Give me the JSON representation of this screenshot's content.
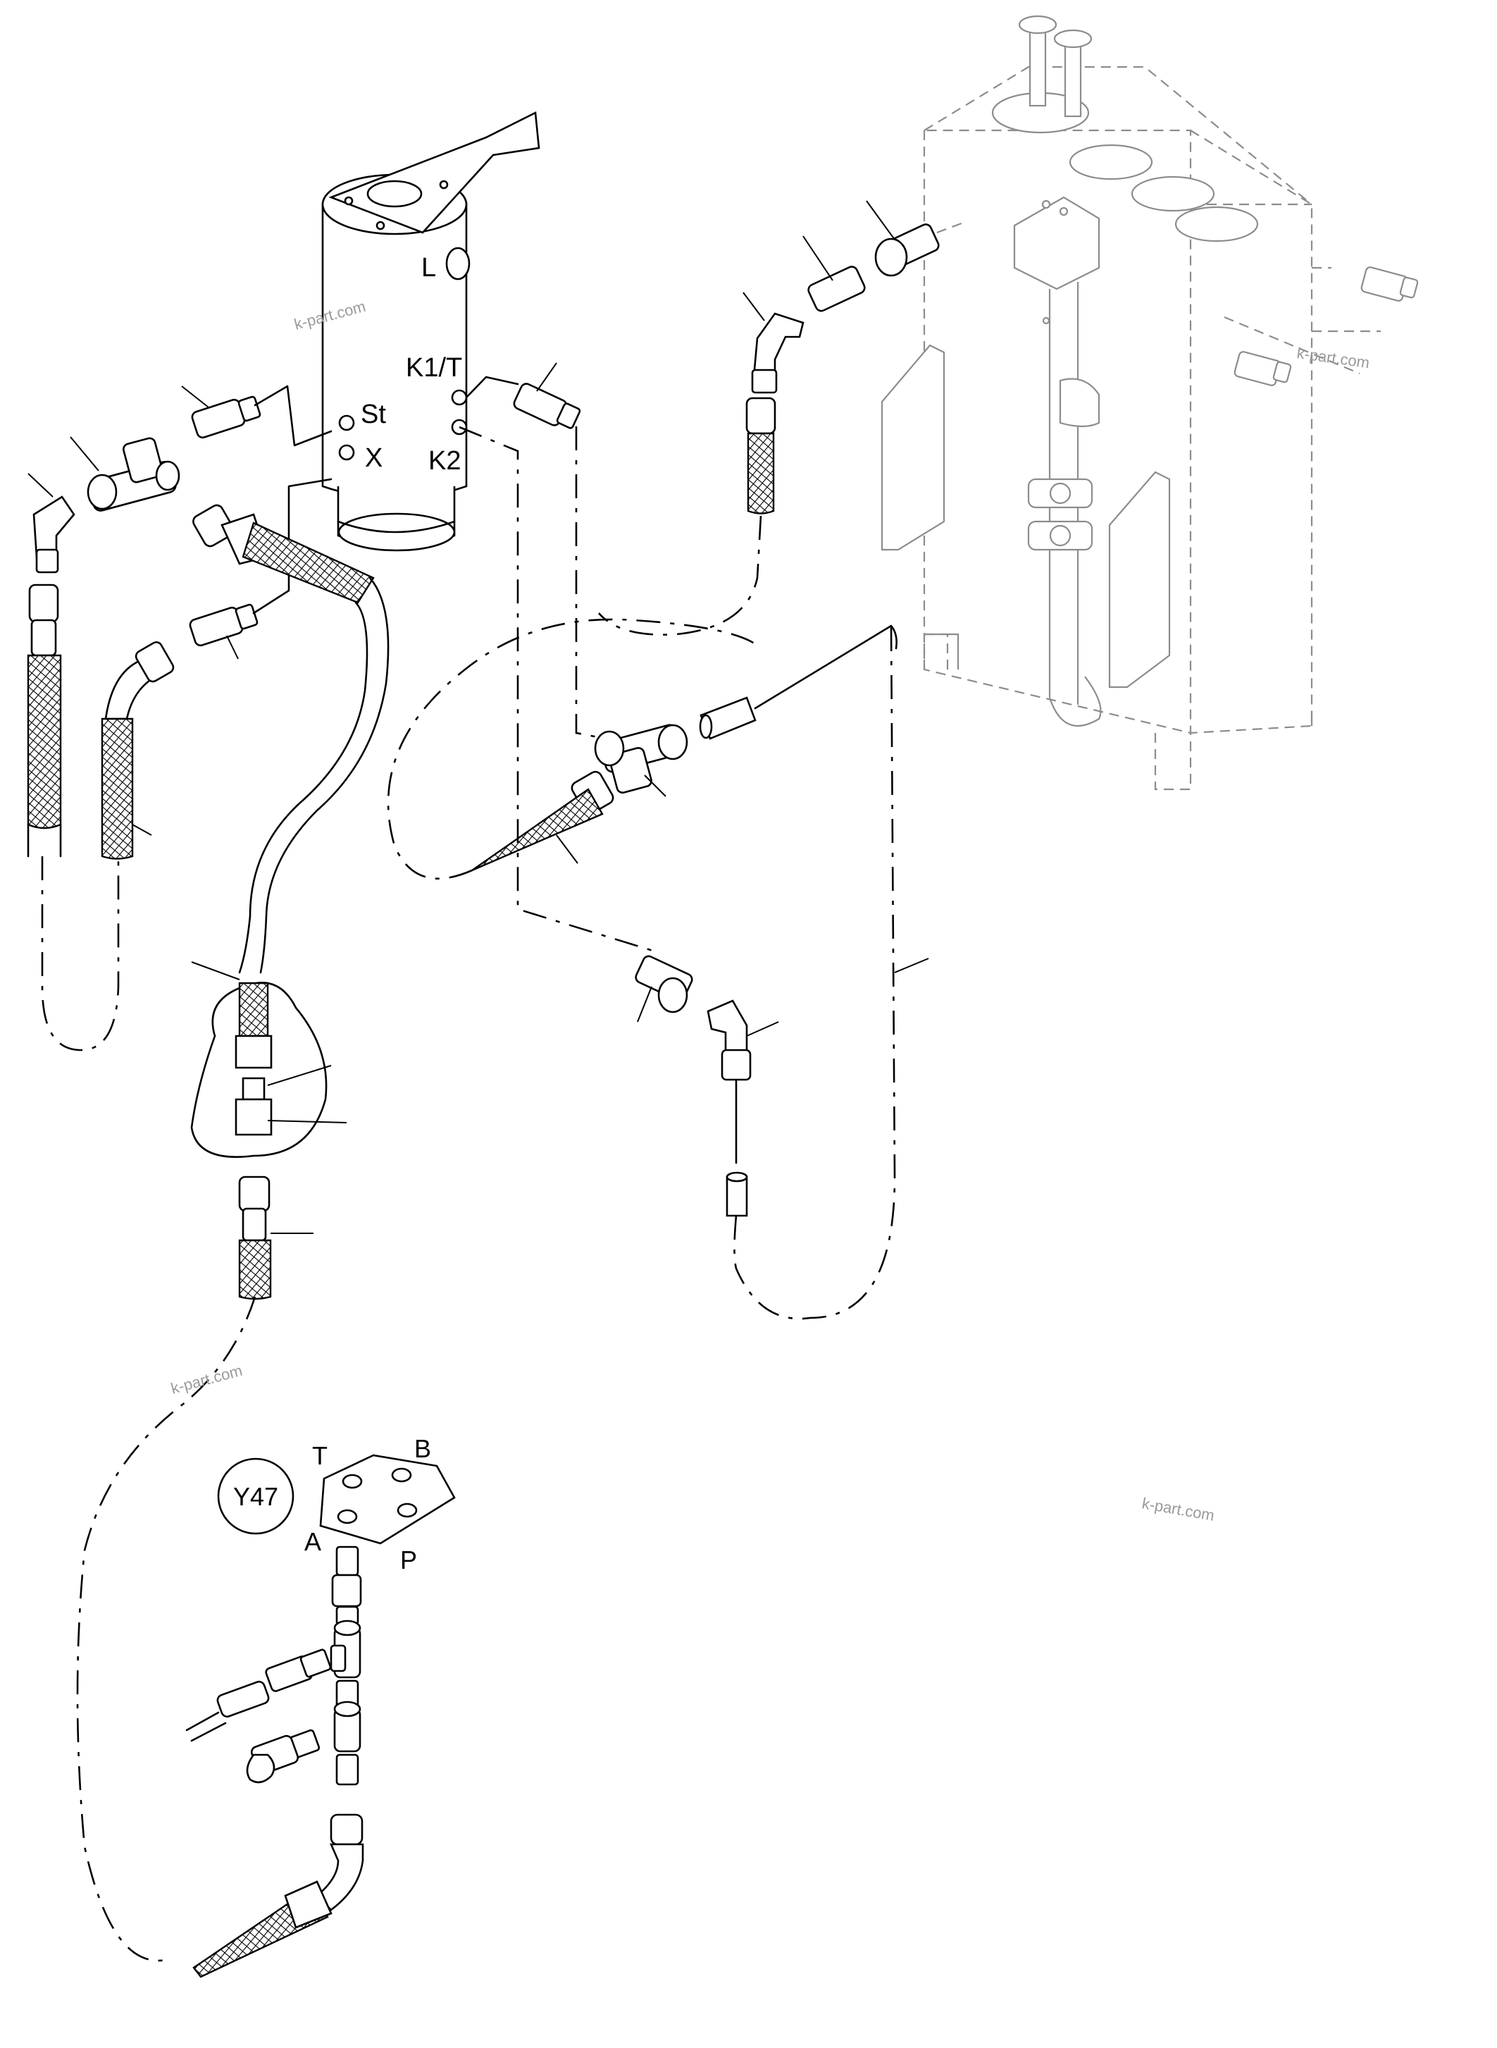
{
  "valve_ports": {
    "l": "L",
    "k1t": "K1/T",
    "st": "St",
    "x": "X",
    "k2": "K2"
  },
  "solenoid": {
    "tag": "Y47",
    "ports": {
      "t": "T",
      "b": "B",
      "a": "A",
      "p": "P"
    }
  },
  "watermarks": [
    "k-part.com",
    "k-part.com",
    "k-part.com",
    "k-part.com"
  ],
  "colors": {
    "ink": "#000000",
    "background": "#ffffff",
    "tank_outline": "#8c8c8c",
    "watermark": "#9a9a9a"
  }
}
